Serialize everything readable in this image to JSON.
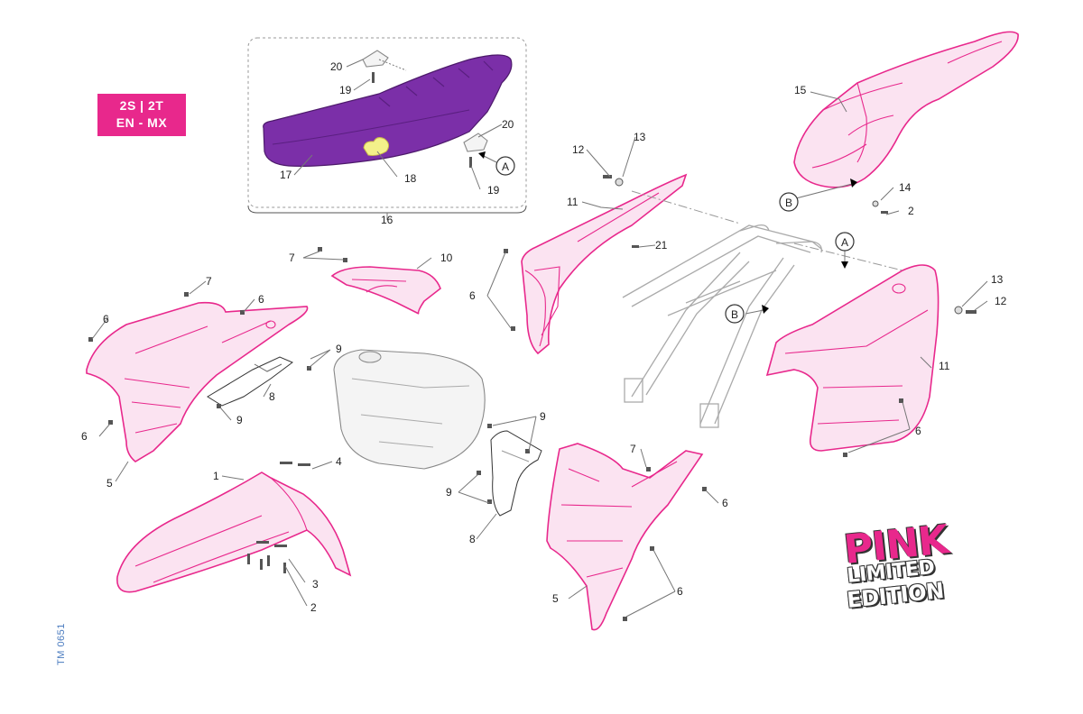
{
  "badge": {
    "line1": "2S | 2T",
    "line2": "EN - MX"
  },
  "doc_code": "TM 0651",
  "logo": {
    "line1": "PINK",
    "line2": "LIMITED",
    "line3": "EDITION"
  },
  "callouts": {
    "c1": "1",
    "c2a": "2",
    "c2b": "2",
    "c3": "3",
    "c4": "4",
    "c5a": "5",
    "c5b": "5",
    "c6a": "6",
    "c6b": "6",
    "c6c": "6",
    "c6d": "6",
    "c6e": "6",
    "c6f": "6",
    "c6g": "6",
    "c7a": "7",
    "c7b": "7",
    "c7c": "7",
    "c8a": "8",
    "c8b": "8",
    "c9a": "9",
    "c9b": "9",
    "c9c": "9",
    "c9d": "9",
    "c10": "10",
    "c11a": "11",
    "c11b": "11",
    "c12a": "12",
    "c12b": "12",
    "c13a": "13",
    "c13b": "13",
    "c14": "14",
    "c15": "15",
    "c16": "16",
    "c17": "17",
    "c18": "18",
    "c19a": "19",
    "c19b": "19",
    "c20a": "20",
    "c20b": "20",
    "c21": "21"
  },
  "refs": {
    "a1": "A",
    "a2": "A",
    "b1": "B",
    "b2": "B"
  },
  "colors": {
    "accent": "#e8288c",
    "seat": "#7b2fa8",
    "seat_patch": "#f3f08a",
    "doc_code": "#4a7bbf"
  }
}
